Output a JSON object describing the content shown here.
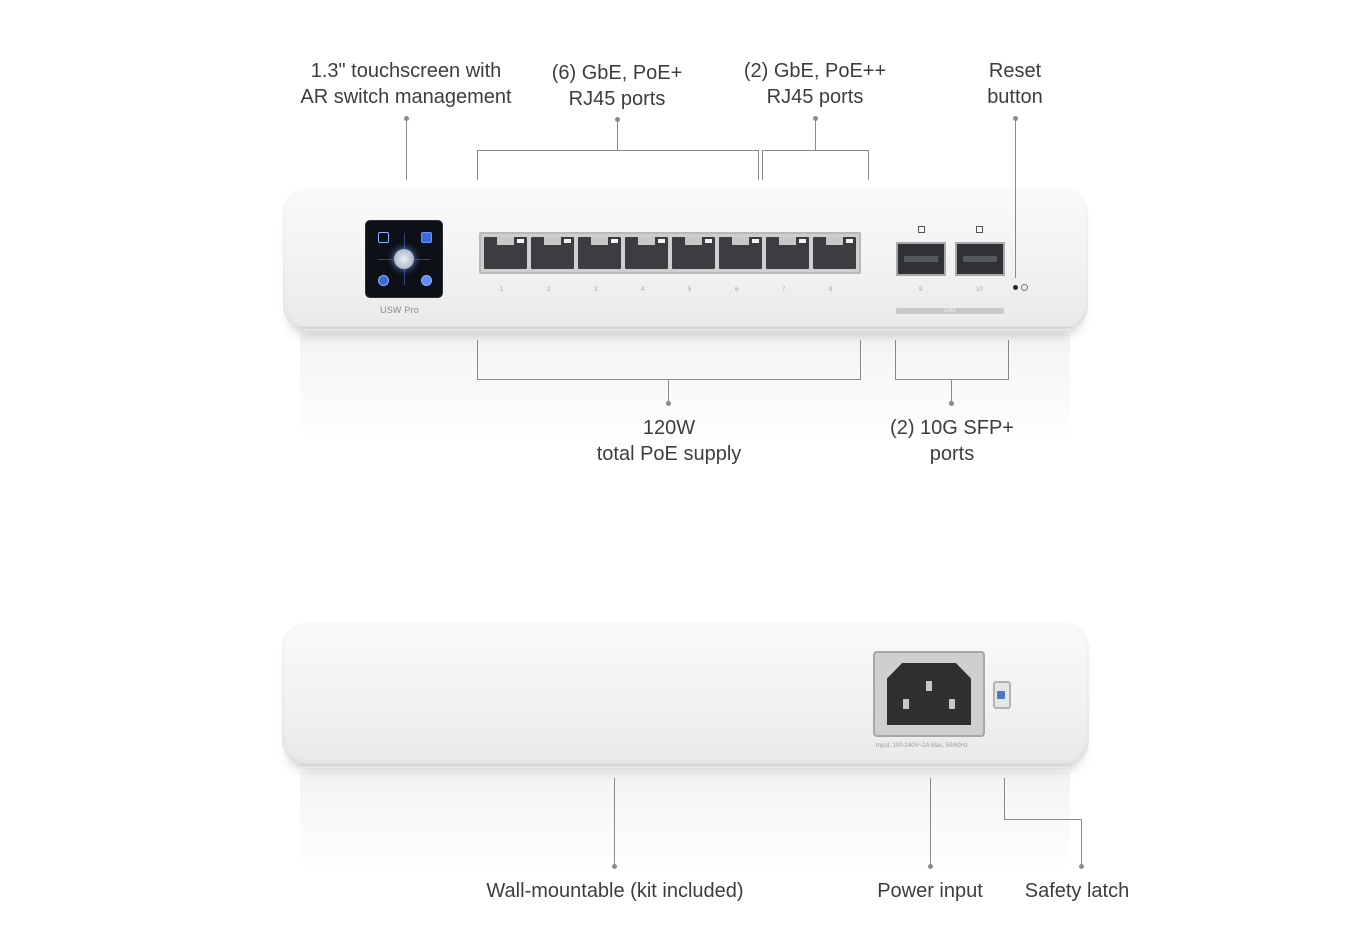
{
  "callouts": {
    "touchscreen": [
      "1.3\" touchscreen with",
      "AR switch management"
    ],
    "gbe_poe_plus": [
      "(6) GbE, PoE+",
      "RJ45 ports"
    ],
    "gbe_poe_plusplus": [
      "(2) GbE, PoE++",
      "RJ45 ports"
    ],
    "reset": [
      "Reset",
      "button"
    ],
    "poe_supply": [
      "120W",
      "total PoE supply"
    ],
    "sfp": [
      "(2) 10G SFP+",
      "ports"
    ],
    "wall_mount": "Wall-mountable (kit included)",
    "power_input": "Power input",
    "safety_latch": "Safety latch"
  },
  "device_front": {
    "brand": "USW Pro",
    "port_numbers": [
      "1",
      "2",
      "3",
      "4",
      "5",
      "6",
      "7",
      "8"
    ],
    "sfp_numbers": [
      "9",
      "10"
    ],
    "sfp_bar_label": "10G"
  },
  "device_back": {
    "power_rating": "Input: 100-240V~2A Max, 50/60Hz"
  },
  "icons": [
    "touchscreen-display-icon",
    "reset-icon",
    "safety-latch-icon",
    "power-socket-icon"
  ],
  "colors": {
    "text": "#3d3d3d",
    "callout_line": "#8a8a8a",
    "device_body": "#f3f3f3"
  }
}
